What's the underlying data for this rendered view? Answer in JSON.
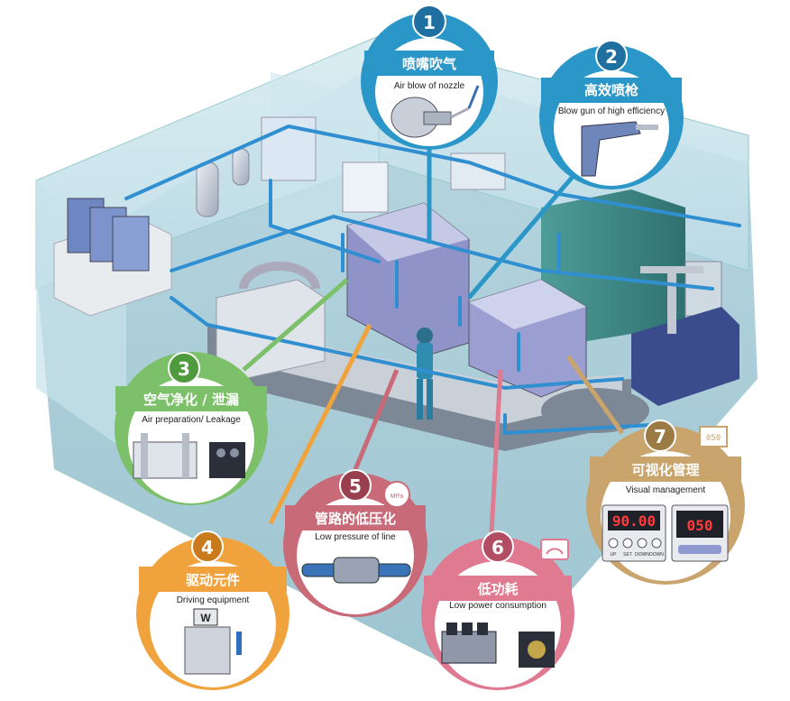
{
  "callouts": [
    {
      "number": "1",
      "title_zh": "喷嘴吹气",
      "title_en": "Air blow of nozzle",
      "color": "#2b96c8"
    },
    {
      "number": "2",
      "title_zh": "高效喷枪",
      "title_en": "Blow gun of high efficiency",
      "color": "#2b96c8"
    },
    {
      "number": "3",
      "title_zh": "空气净化 / 泄漏",
      "title_en": "Air preparation/ Leakage",
      "color": "#7cc06a"
    },
    {
      "number": "4",
      "title_zh": "驱动元件",
      "title_en": "Driving equipment",
      "color": "#f0a23c"
    },
    {
      "number": "5",
      "title_zh": "管路的低压化",
      "title_en": "Low pressure of line",
      "color": "#c96a78"
    },
    {
      "number": "6",
      "title_zh": "低功耗",
      "title_en": "Low  power consumption",
      "color": "#e07a90"
    },
    {
      "number": "7",
      "title_zh": "可视化管理",
      "title_en": "Visual management",
      "color": "#c9a46c"
    }
  ],
  "panel_left": {
    "digits": "90.00",
    "keys": [
      "UP",
      "SET",
      "DOWN",
      "DOWN"
    ]
  },
  "panel_right": {
    "digits": "050"
  },
  "badge_7": {
    "text": "050"
  },
  "badge_5": {
    "text": "MPa"
  },
  "cylinder_label": "W"
}
